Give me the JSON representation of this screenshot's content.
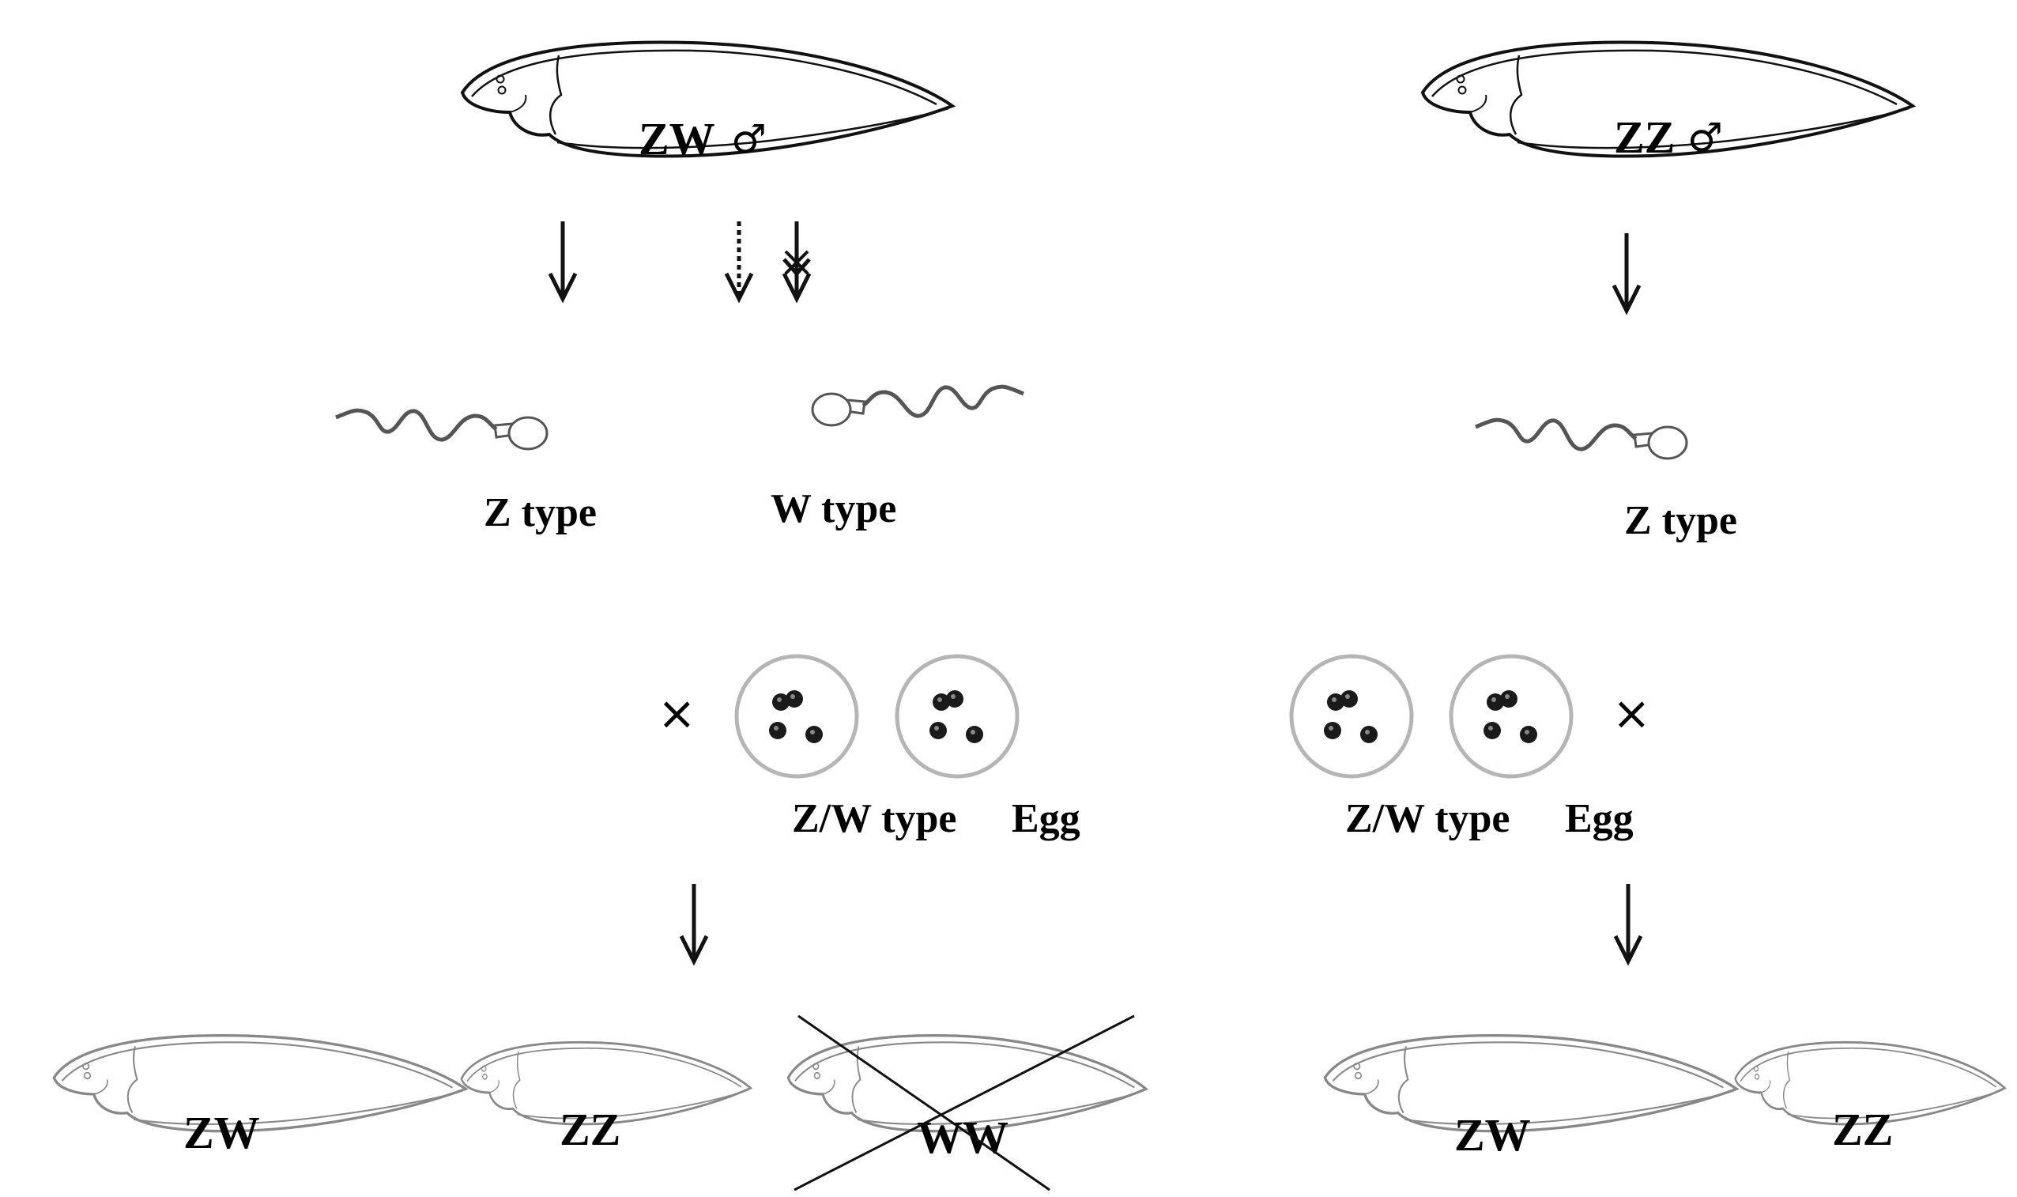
{
  "left": {
    "parent": {
      "genotype": "ZW",
      "sex_symbol": "♂"
    },
    "sperm": {
      "z_label": "Z type",
      "w_label": "W type"
    },
    "egg": {
      "label": "Z/W type",
      "egg_word": "Egg"
    },
    "cross_symbol": "×",
    "offspring": [
      {
        "genotype": "ZW",
        "crossed_out": false
      },
      {
        "genotype": "ZZ",
        "crossed_out": false
      },
      {
        "genotype": "WW",
        "crossed_out": true
      }
    ]
  },
  "right": {
    "parent": {
      "genotype": "ZZ",
      "sex_symbol": "♂"
    },
    "sperm": {
      "z_label": "Z type"
    },
    "egg": {
      "label": "Z/W type",
      "egg_word": "Egg"
    },
    "cross_symbol": "×",
    "offspring": [
      {
        "genotype": "ZW",
        "crossed_out": false
      },
      {
        "genotype": "ZZ",
        "crossed_out": false
      }
    ]
  },
  "colors": {
    "line": "#111111",
    "offspring_line": "#888888",
    "egg_ring": "#b5b5b5",
    "egg_dot": "#1a1a1a"
  },
  "icons": [
    "tongue-sole-fish",
    "sperm-cell",
    "egg-cell",
    "arrow-down",
    "dashed-arrow-down",
    "blocked-arrow-down",
    "cross-out-x"
  ]
}
